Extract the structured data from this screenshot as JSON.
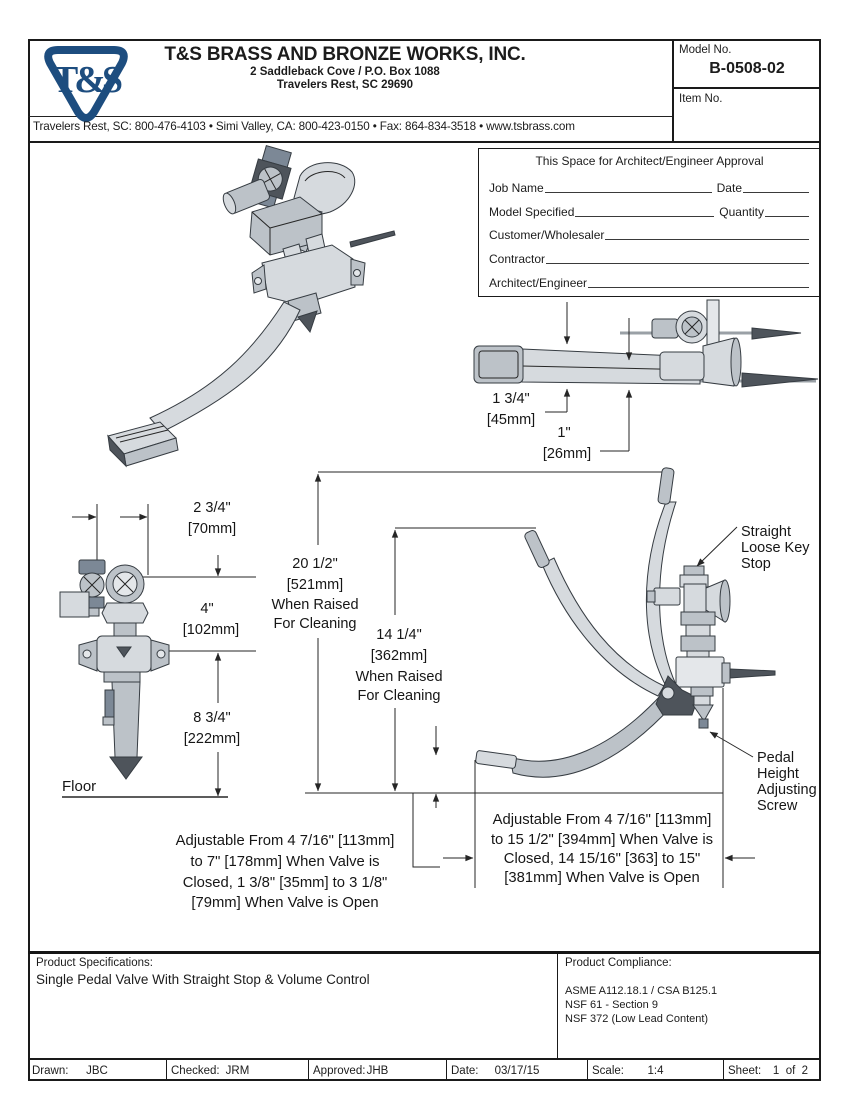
{
  "colors": {
    "logo_blue": "#1d4d7f",
    "ink": "#1c1c1c",
    "metal_light": "#d6dade",
    "metal_mid": "#bcc2c8",
    "metal_dark": "#4e545b",
    "metal_slate": "#7c8896",
    "gray_rod": "#9aa0a6"
  },
  "header": {
    "logo_text": "T&S",
    "company": "T&S BRASS AND BRONZE WORKS, INC.",
    "address1": "2 Saddleback Cove / P.O. Box 1088",
    "address2": "Travelers Rest, SC  29690",
    "phone_line": "Travelers Rest, SC: 800-476-4103 • Simi Valley, CA: 800-423-0150 • Fax: 864-834-3518 • www.tsbrass.com",
    "model_no_label": "Model No.",
    "model_no": "B-0508-02",
    "item_no_label": "Item No."
  },
  "approval": {
    "title": "This Space for Architect/Engineer Approval",
    "fields": [
      {
        "label": "Job Name",
        "label2": "Date"
      },
      {
        "label": "Model Specified",
        "label2": "Quantity"
      },
      {
        "label": "Customer/Wholesaler"
      },
      {
        "label": "Contractor"
      },
      {
        "label": "Architect/Engineer"
      }
    ]
  },
  "drawing": {
    "top_view": {
      "dim_pedal_width": [
        "1 3/4\"",
        "[45mm]"
      ],
      "dim_pedal_end": [
        "1\"",
        "[26mm]"
      ]
    },
    "front_view": {
      "dim_offset": [
        "2 3/4\"",
        "[70mm]"
      ],
      "dim_valve_height": [
        "4\"",
        "[102mm]"
      ],
      "dim_floor_height": [
        "8 3/4\"",
        "[222mm]"
      ],
      "floor_label": "Floor"
    },
    "side_view": {
      "dim_raised_outer": [
        "20 1/2\"",
        "[521mm]",
        "When Raised",
        "For Cleaning"
      ],
      "dim_raised_inner": [
        "14 1/4\"",
        "[362mm]",
        "When Raised",
        "For Cleaning"
      ],
      "callout_stop": [
        "Straight",
        "Loose Key",
        "Stop"
      ],
      "callout_screw": [
        "Pedal",
        "Height",
        "Adjusting",
        "Screw"
      ],
      "adjustable_left": [
        "Adjustable From 4 7/16\" [113mm]",
        "to 7\" [178mm] When Valve is",
        "Closed, 1 3/8\" [35mm] to 3 1/8\"",
        "[79mm] When Valve is Open"
      ],
      "adjustable_right": [
        "Adjustable From 4 7/16\" [113mm]",
        "to 15 1/2\" [394mm] When Valve is",
        "Closed, 14 15/16\" [363] to 15\"",
        "[381mm] When Valve is Open"
      ]
    }
  },
  "specs": {
    "label": "Product Specifications:",
    "text": "Single Pedal Valve With Straight Stop & Volume Control"
  },
  "compliance": {
    "label": "Product Compliance:",
    "lines": [
      "ASME A112.18.1 / CSA B125.1",
      "NSF 61 - Section 9",
      "NSF 372 (Low Lead Content)"
    ]
  },
  "footer": {
    "cells": [
      {
        "label": "Drawn:",
        "value": "JBC"
      },
      {
        "label": "Checked:",
        "value": "JRM"
      },
      {
        "label": "Approved:",
        "value": "JHB"
      },
      {
        "label": "Date:",
        "value": "03/17/15"
      },
      {
        "label": "Scale:",
        "value": "1:4"
      },
      {
        "label": "Sheet:",
        "value": "1  of  2"
      }
    ]
  }
}
